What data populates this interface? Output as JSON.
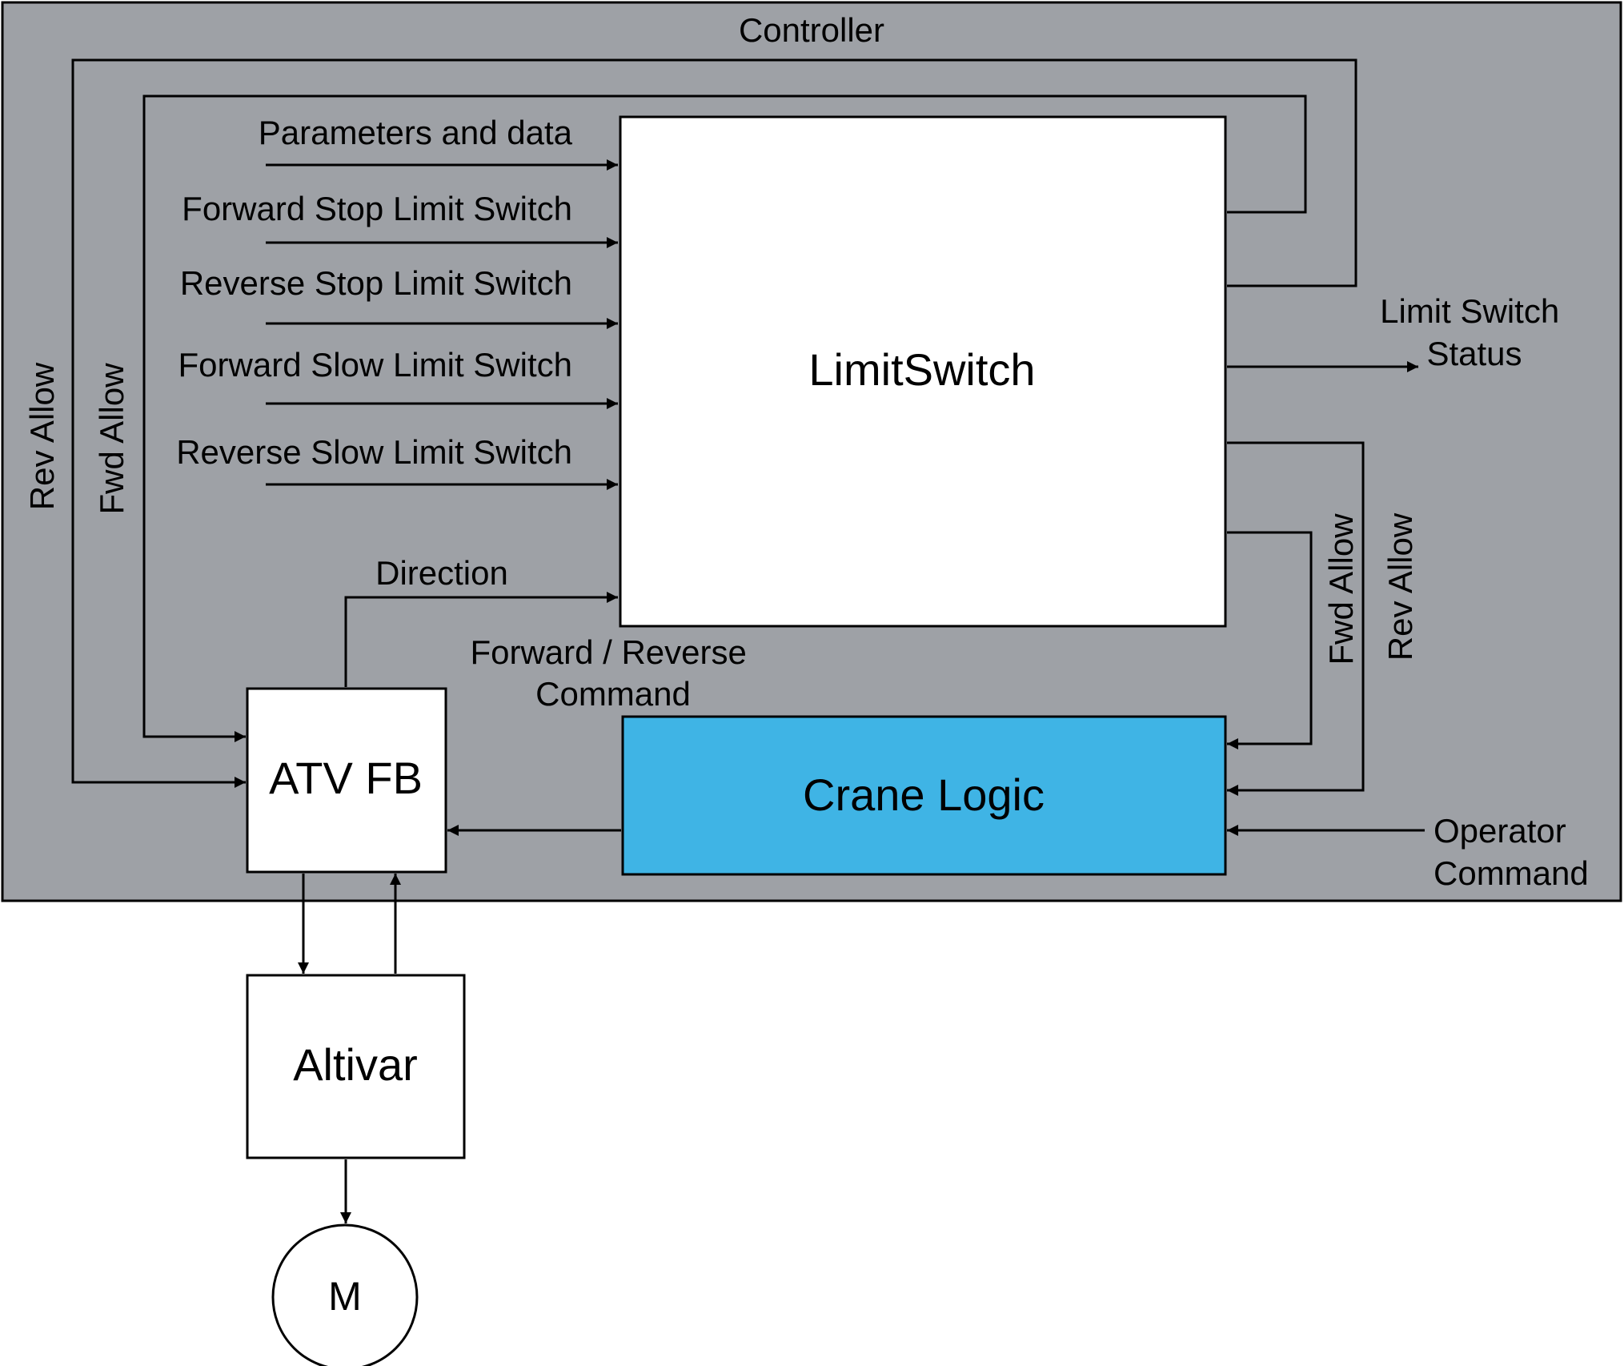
{
  "colors": {
    "controller_fill": "#9ea1a6",
    "crane_logic_fill": "#3fb4e5",
    "block_fill": "#ffffff",
    "line": "#000000"
  },
  "controller": {
    "label": "Controller"
  },
  "limit_switch_block": {
    "label": "LimitSwitch"
  },
  "inputs": {
    "parameters_and_data": "Parameters and data",
    "forward_stop_limit_switch": "Forward Stop Limit Switch",
    "reverse_stop_limit_switch": "Reverse Stop Limit Switch",
    "forward_slow_limit_switch": "Forward Slow Limit Switch",
    "reverse_slow_limit_switch": "Reverse Slow Limit Switch",
    "direction": "Direction"
  },
  "outputs": {
    "limit_switch_status": [
      "Limit Switch",
      "Status"
    ]
  },
  "signals": {
    "rev_allow": "Rev Allow",
    "fwd_allow": "Fwd Allow",
    "forward_reverse_command": [
      "Forward / Reverse",
      "Command"
    ],
    "operator_command": [
      "Operator",
      "Command"
    ]
  },
  "atv_fb_block": {
    "label": "ATV FB"
  },
  "crane_logic_block": {
    "label": "Crane Logic"
  },
  "altivar_block": {
    "label": "Altivar"
  },
  "motor": {
    "label": "M"
  }
}
